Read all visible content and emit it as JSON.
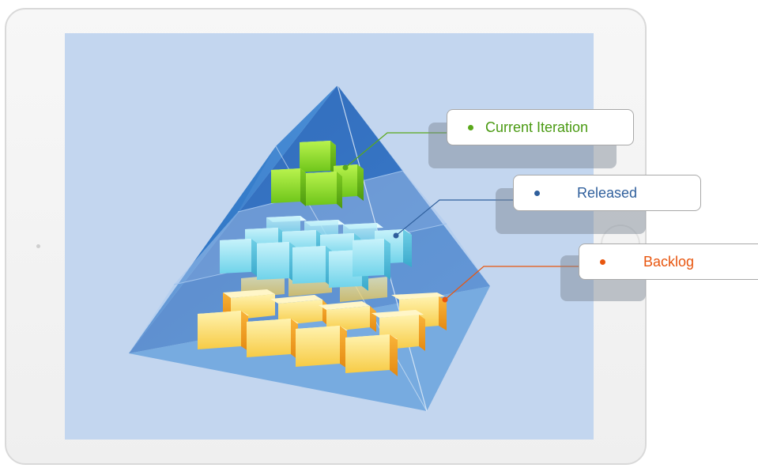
{
  "layers": [
    {
      "name": "Current Iteration",
      "color": "#4a9a12",
      "dot_color": "#5aa81a"
    },
    {
      "name": "Released",
      "color": "#2f5f9c",
      "dot_color": "#2f5f9c"
    },
    {
      "name": "Backlog",
      "color": "#e8560f",
      "dot_color": "#e8560f"
    }
  ]
}
